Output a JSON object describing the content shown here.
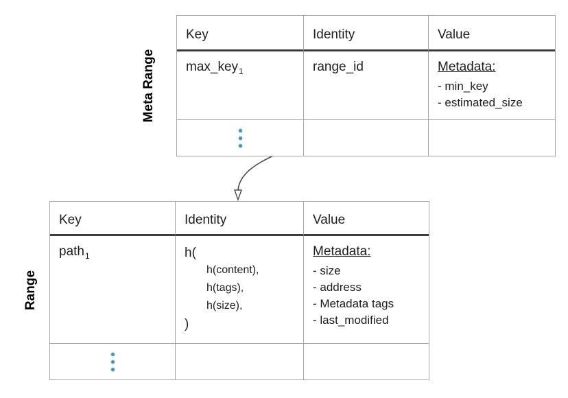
{
  "colors": {
    "background": "#ffffff",
    "table_border": "#a6a6a6",
    "header_rule": "#3d3d3d",
    "text": "#1d1d1d",
    "ellipsis_dots": "#4f93a2",
    "arrow": "#4a4a4a"
  },
  "meta_range": {
    "label": "Meta Range",
    "headers": [
      "Key",
      "Identity",
      "Value"
    ],
    "row1": {
      "key_base": "max_key",
      "key_sub": "1",
      "identity": "range_id",
      "value_title": "Metadata:",
      "value_items": [
        "- min_key",
        "- estimated_size"
      ]
    }
  },
  "range": {
    "label": "Range",
    "headers": [
      "Key",
      "Identity",
      "Value"
    ],
    "row1": {
      "key_base": "path",
      "key_sub": "1",
      "identity_open": "h(",
      "identity_args": [
        "h(content),",
        "h(tags),",
        "h(size),"
      ],
      "identity_close": ")",
      "value_title": "Metadata:",
      "value_items": [
        "- size",
        "- address",
        "- Metadata tags",
        "- last_modified"
      ]
    }
  }
}
